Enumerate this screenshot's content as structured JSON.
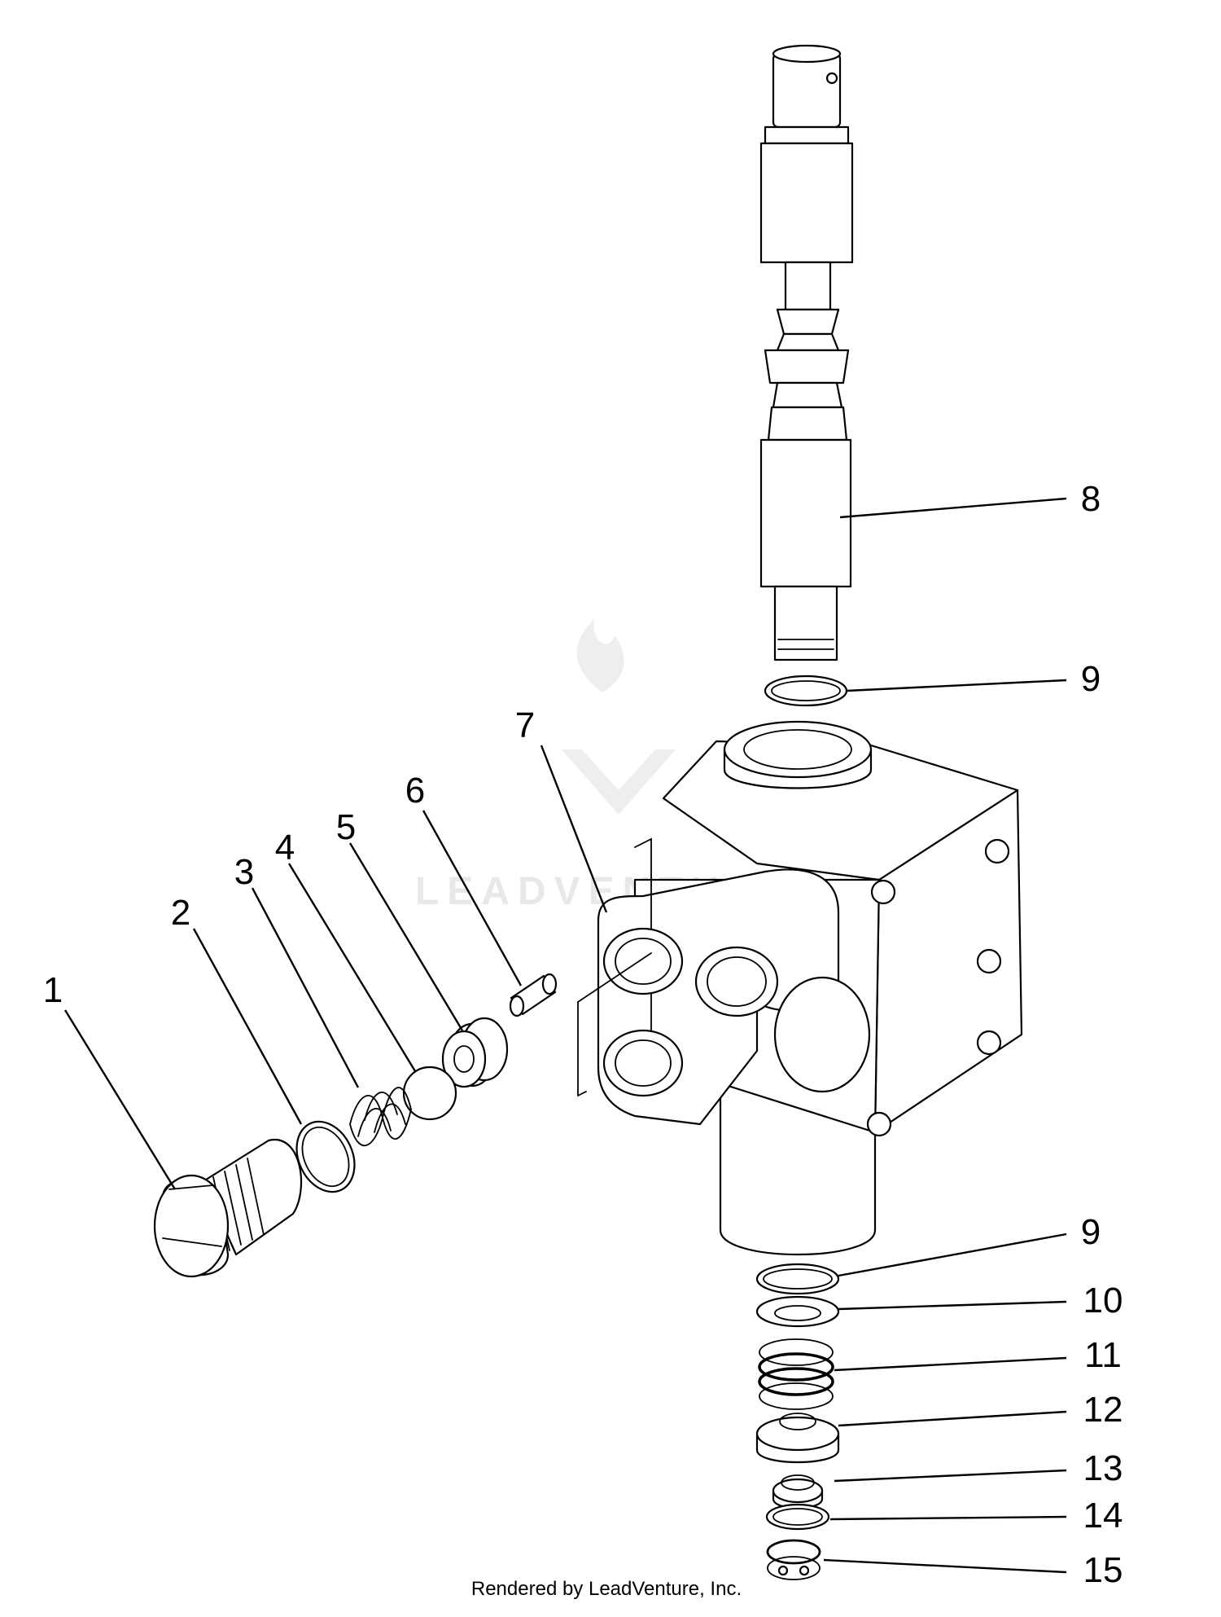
{
  "watermark": {
    "text": "LEADVENTURE"
  },
  "credit": {
    "text": "Rendered by LeadVenture, Inc."
  },
  "callouts": [
    "1",
    "2",
    "3",
    "4",
    "5",
    "6",
    "7",
    "8",
    "9",
    "9",
    "10",
    "11",
    "12",
    "13",
    "14",
    "15"
  ],
  "colors": {
    "line": "#000000",
    "background": "#ffffff",
    "watermark": "#e6e6e6"
  }
}
